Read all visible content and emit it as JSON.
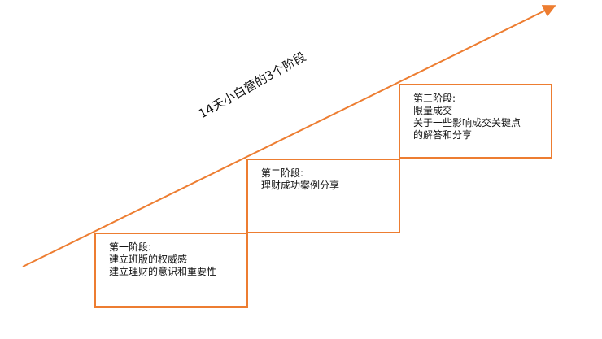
{
  "title": "14天小白营的3个阶段",
  "accent_color": "#ED7D31",
  "stages": [
    {
      "heading": "第一阶段:",
      "lines": [
        "建立班版的权威感",
        "建立理财的意识和重要性"
      ]
    },
    {
      "heading": "第二阶段:",
      "lines": [
        "理财成功案例分享"
      ]
    },
    {
      "heading": "第三阶段:",
      "lines": [
        "限量成交",
        "关于一些影响成交关键点",
        "的解答和分享"
      ]
    }
  ]
}
